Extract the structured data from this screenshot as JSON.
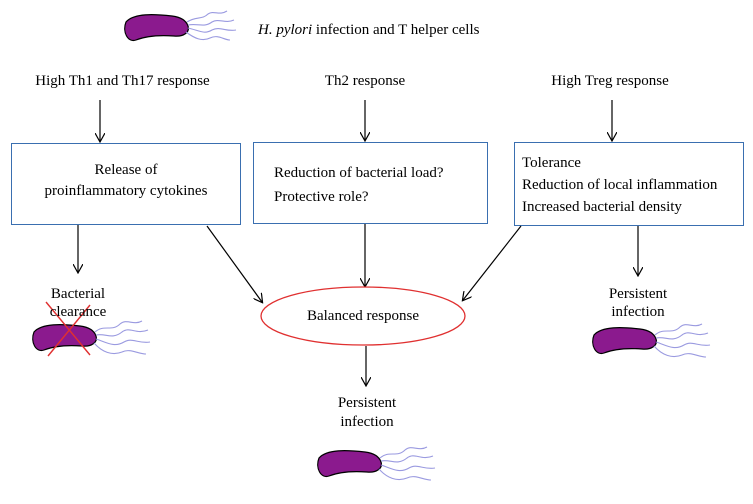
{
  "title": {
    "italic": "H. pylori",
    "rest": " infection and T helper cells"
  },
  "responses": {
    "th1_th17": "High Th1 and Th17 response",
    "th2": "Th2 response",
    "treg": "High Treg response"
  },
  "boxes": {
    "left": [
      "Release of",
      "proinflammatory cytokines"
    ],
    "middle": [
      "Reduction of bacterial load?",
      "Protective role?"
    ],
    "right": [
      "Tolerance",
      "Reduction of local inflammation",
      "Increased bacterial density"
    ]
  },
  "outcomes": {
    "left": [
      "Bacterial",
      "clearance"
    ],
    "center": "Balanced response",
    "right": [
      "Persistent",
      "infection"
    ],
    "bottom": [
      "Persistent",
      "infection"
    ]
  },
  "colors": {
    "box_border": "#3a6fb0",
    "ellipse_border": "#e03030",
    "bacterium_body": "#8b1a8e",
    "flagella": "#9a9ae0",
    "cross": "#e03030"
  },
  "icons": [
    "bacterium-icon",
    "arrow-down-icon",
    "cross-out-icon"
  ]
}
